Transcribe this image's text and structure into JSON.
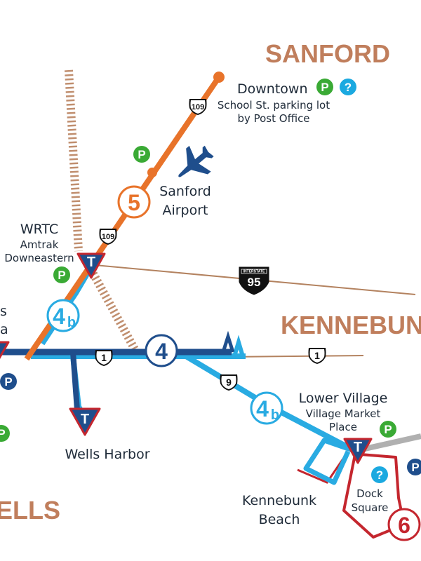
{
  "towns": {
    "sanford": "SANFORD",
    "kennebunk": "KENNEBUNK",
    "wells": "ELLS",
    "left_partial_1": "s",
    "left_partial_2": "a"
  },
  "stops": {
    "downtown": {
      "title": "Downtown",
      "line1": "School St. parking lot",
      "line2": "by Post Office"
    },
    "airport": {
      "line1": "Sanford",
      "line2": "Airport"
    },
    "wrtc": {
      "title": "WRTC",
      "line1": "Amtrak",
      "line2": "Downeastern"
    },
    "wells_harbor": {
      "title": "Wells Harbor"
    },
    "lower_village": {
      "title": "Lower Village",
      "line1": "Village Market",
      "line2": "Place"
    },
    "kennebunk_beach": {
      "line1": "Kennebunk",
      "line2": "Beach"
    },
    "dock_square": {
      "line1": "Dock",
      "line2": "Square"
    }
  },
  "routes": {
    "r5": {
      "num": "5",
      "color": "#e8732a"
    },
    "r4": {
      "num": "4",
      "color": "#1f4e8c"
    },
    "r4b": {
      "num": "4",
      "sub": "b",
      "color": "#29abe2"
    },
    "r6": {
      "num": "6",
      "color": "#c4262e"
    }
  },
  "shields": {
    "us109": "109",
    "us1": "1",
    "us9": "9",
    "i95_top": "INTERSTATE",
    "i95_num": "95"
  },
  "badges": {
    "parking": "P",
    "info": "?",
    "transit": "T"
  },
  "colors": {
    "parking_green": "#3aaa35",
    "info_cyan": "#1ba9e0",
    "navy": "#1f4e8c",
    "red": "#c4262e",
    "road_tan": "#b3825f",
    "rail": "#c08e6e",
    "gray_road": "#b0b0b0"
  }
}
